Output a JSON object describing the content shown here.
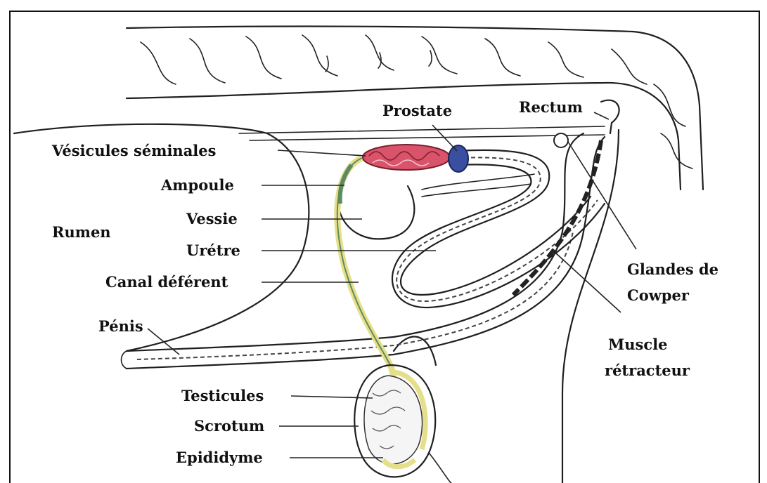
{
  "labels": {
    "prostate": "Prostate",
    "rectum": "Rectum",
    "vesicules_seminales": "Vésicules séminales",
    "ampoule": "Ampoule",
    "vessie": "Vessie",
    "rumen": "Rumen",
    "uretre": "Urétre",
    "canal_deferent": "Canal déférent",
    "penis": "Pénis",
    "testicules": "Testicules",
    "scrotum": "Scrotum",
    "epididyme": "Epididyme",
    "glandes_de": "Glandes de",
    "cowper": "Cowper",
    "muscle": "Muscle",
    "retracteur": "rétracteur"
  },
  "colors": {
    "frame": "#111111",
    "vesicles": "#d9536b",
    "prostate": "#3b4fa0",
    "duct": "#e6df8a",
    "duct_dark": "#5e8a63"
  }
}
